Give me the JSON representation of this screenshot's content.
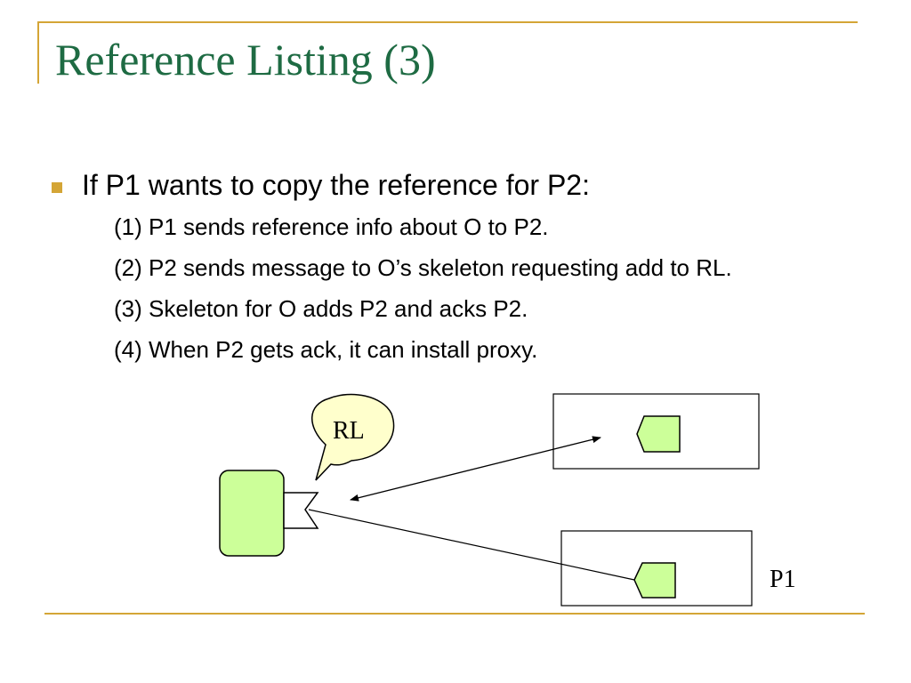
{
  "slide": {
    "title": "Reference Listing (3)",
    "bullet": "If P1 wants to copy the reference for P2:",
    "steps": [
      "(1) P1 sends reference info about O to P2.",
      "(2) P2 sends message to O’s skeleton requesting add to RL.",
      "(3) Skeleton for O adds P2 and acks P2.",
      "(4) When P2 gets ack, it can install proxy."
    ]
  },
  "diagram": {
    "bubble_label": "RL",
    "process_label": "P1"
  },
  "colors": {
    "accent": "#d4a536",
    "title": "#1e6b43",
    "shape_fill": "#ccff99"
  }
}
